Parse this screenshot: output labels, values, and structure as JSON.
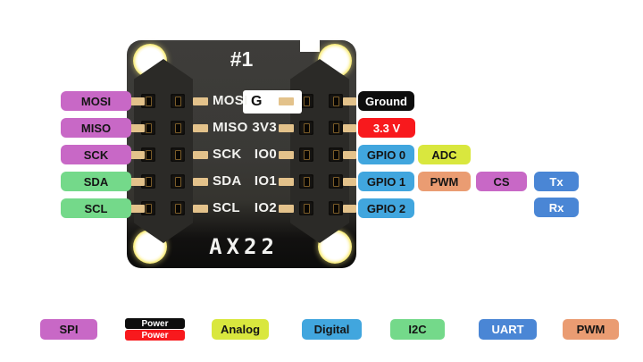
{
  "colors": {
    "spi": "#c868c6",
    "i2c": "#74d98a",
    "digital": "#41a6de",
    "uart": "#4a86d5",
    "analog": "#d9e73e",
    "pwm": "#ea9c72",
    "power": "#0d0d0d",
    "power_red": "#f8191d"
  },
  "board": {
    "title": "#1",
    "logo": "AX22"
  },
  "pins": {
    "left": [
      {
        "silk": "MOSI",
        "label": "MOSI"
      },
      {
        "silk": "MISO",
        "label": "MISO"
      },
      {
        "silk": "SCK",
        "label": "SCK"
      },
      {
        "silk": "SDA",
        "label": "SDA"
      },
      {
        "silk": "SCL",
        "label": "SCL"
      }
    ],
    "right": [
      {
        "silk": "G",
        "label": "Ground"
      },
      {
        "silk": "3V3",
        "label": "3.3 V"
      },
      {
        "silk": "IO0",
        "label": "GPIO 0",
        "extra": [
          "ADC"
        ]
      },
      {
        "silk": "IO1",
        "label": "GPIO 1",
        "extra": [
          "PWM",
          "CS",
          "Tx"
        ]
      },
      {
        "silk": "IO2",
        "label": "GPIO 2",
        "extra": [
          "Rx"
        ]
      }
    ]
  },
  "legend": {
    "spi": "SPI",
    "power": [
      "Power",
      "Power"
    ],
    "analog": "Analog",
    "digital": "Digital",
    "i2c": "I2C",
    "uart": "UART",
    "pwm": "PWM"
  }
}
